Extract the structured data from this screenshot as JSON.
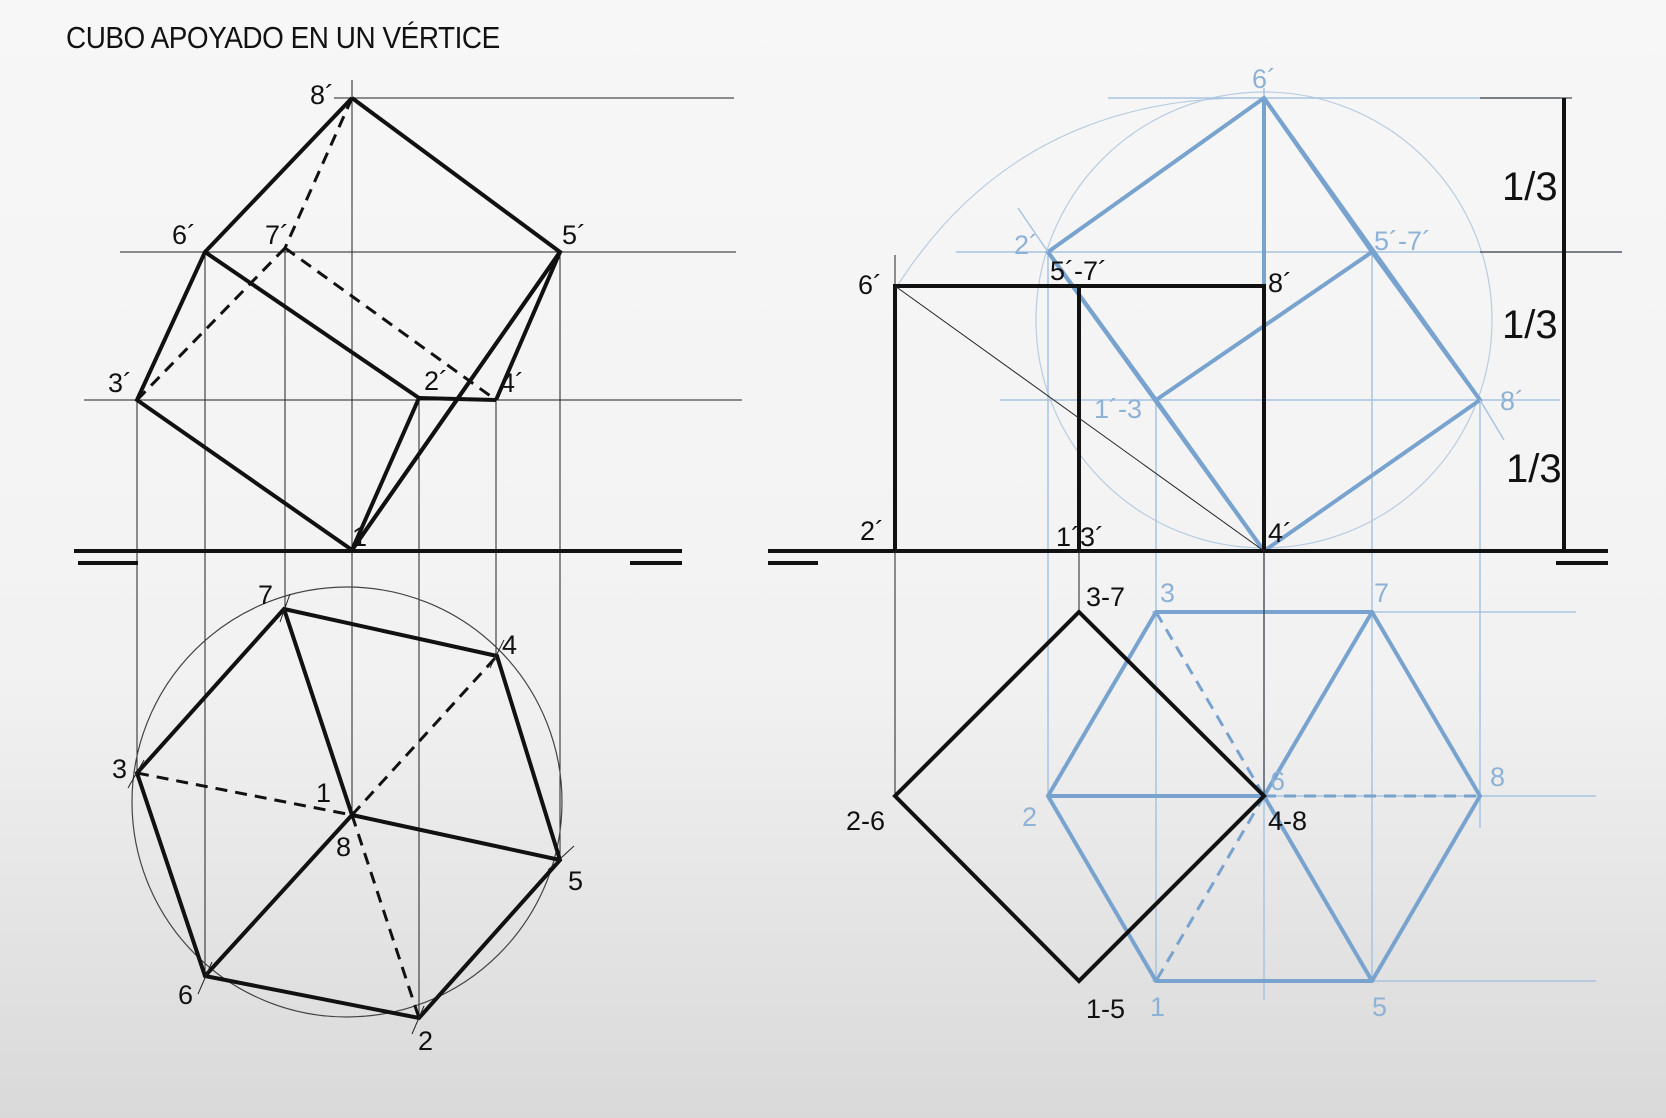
{
  "title": "CUBO APOYADO EN UN VÉRTICE",
  "left_elevation_labels": {
    "p8": "8´",
    "p6": "6´",
    "p7": "7´",
    "p5": "5´",
    "p3": "3´",
    "p2": "2´",
    "p4": "4´",
    "p1": "1"
  },
  "left_plan_labels": {
    "p7": "7",
    "p4": "4",
    "p3": "3",
    "p1": "1",
    "p8": "8",
    "p5": "5",
    "p6": "6",
    "p2": "2"
  },
  "right_black_labels": {
    "p6e": "6´",
    "p57e": "5´-7´",
    "p8e": "8´",
    "p2e": "2´",
    "p13e": "1´3´",
    "p4e": "4´",
    "p37": "3-7",
    "p26": "2-6",
    "p48": "4-8",
    "p15": "1-5"
  },
  "right_blue_labels": {
    "p6e": "6´",
    "p2e": "2´",
    "p57e": "5´-7´",
    "p13e": "1´-3",
    "p8e": "8´",
    "p3": "3",
    "p7": "7",
    "p2": "2",
    "p6": "6",
    "p8": "8",
    "p1": "1",
    "p5": "5"
  },
  "proportions": {
    "a": "1/3",
    "b": "1/3",
    "c": "1/3"
  }
}
